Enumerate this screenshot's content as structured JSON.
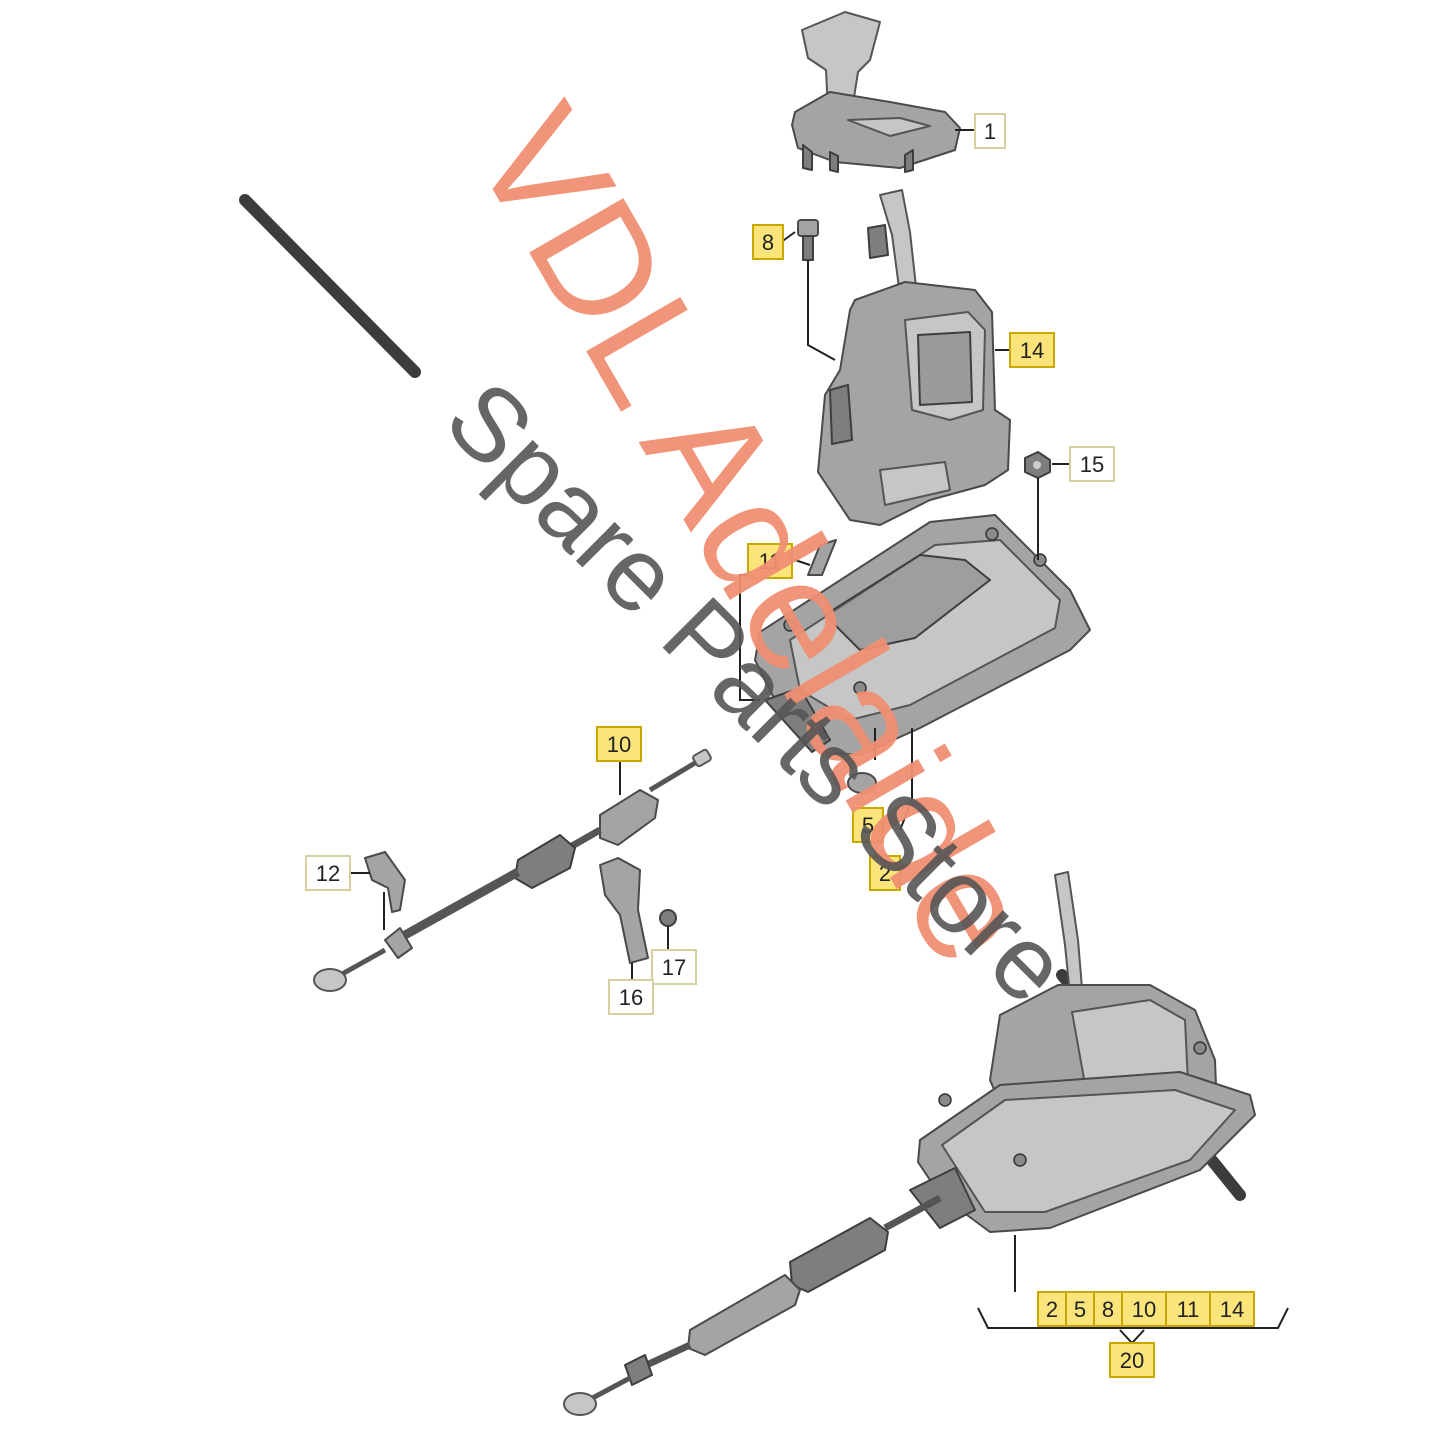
{
  "watermark": {
    "brand": "VDL Adelaide",
    "tagline": "Spare Parts Store"
  },
  "callouts": {
    "c1": "1",
    "c8": "8",
    "c14": "14",
    "c15": "15",
    "c11": "11",
    "c10": "10",
    "c5": "5",
    "c2": "2",
    "c12": "12",
    "c17": "17",
    "c16": "16",
    "assembly": [
      "2",
      "5",
      "8",
      "10",
      "11",
      "14"
    ],
    "c20": "20"
  },
  "colors": {
    "highlight_box": "#fbe57a",
    "watermark_primary": "#ef8f72",
    "watermark_secondary": "#555555"
  }
}
